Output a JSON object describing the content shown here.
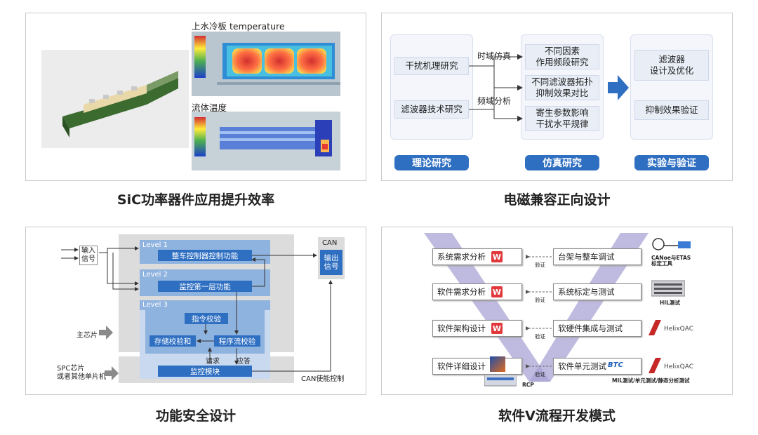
{
  "panel1": {
    "caption": "SiC功率器件应用提升效率",
    "plate_label": "上水冷板 temperature",
    "fluid_label": "流体温度"
  },
  "panel2": {
    "caption": "电磁兼容正向设计",
    "col1_boxes": [
      "干扰机理研究",
      "滤波器技术研究"
    ],
    "col2_boxes": [
      "不同因素\n作用频段研究",
      "不同滤波器拓扑\n抑制效果对比",
      "寄生参数影响\n干扰水平规律"
    ],
    "col3_boxes": [
      "滤波器\n设计及优化",
      "抑制效果验证"
    ],
    "arrow_labels": [
      "时域仿真",
      "频域分析"
    ],
    "pills": [
      "理论研究",
      "仿真研究",
      "实验与验证"
    ]
  },
  "panel3": {
    "caption": "功能安全设计",
    "input": "输入\n信号",
    "main_chip": "主芯片",
    "spc_chip": "SPC芯片\n或者其他单片机",
    "level1": "Level 1",
    "level1_box": "整车控制器控制功能",
    "level2": "Level 2",
    "level2_box": "监控第一层功能",
    "level3": "Level 3",
    "cmd_check": "指令校验",
    "storage_check": "存储校验和",
    "flow_check": "程序流校验",
    "request": "请求",
    "response": "应答",
    "monitor": "监控模块",
    "can": "CAN",
    "output": "输出\n信号",
    "can_enable": "CAN使能控制"
  },
  "panel4": {
    "caption": "软件V流程开发模式",
    "left_boxes": [
      "系统需求分析",
      "软件需求分析",
      "软件架构设计",
      "软件详细设计"
    ],
    "right_boxes": [
      "台架与整车调试",
      "系统标定与测试",
      "软硬件集成与测试",
      "软件单元测试"
    ],
    "verify": "验证",
    "canoe": "CANoe与ETAS\n标定工具",
    "hil": "HIL测试",
    "helix": "HelixQAC",
    "btc": "BTC",
    "mil": "MIL测试/单元测试/静态分析测试",
    "rcp": "RCP",
    "w_icon": "W"
  }
}
